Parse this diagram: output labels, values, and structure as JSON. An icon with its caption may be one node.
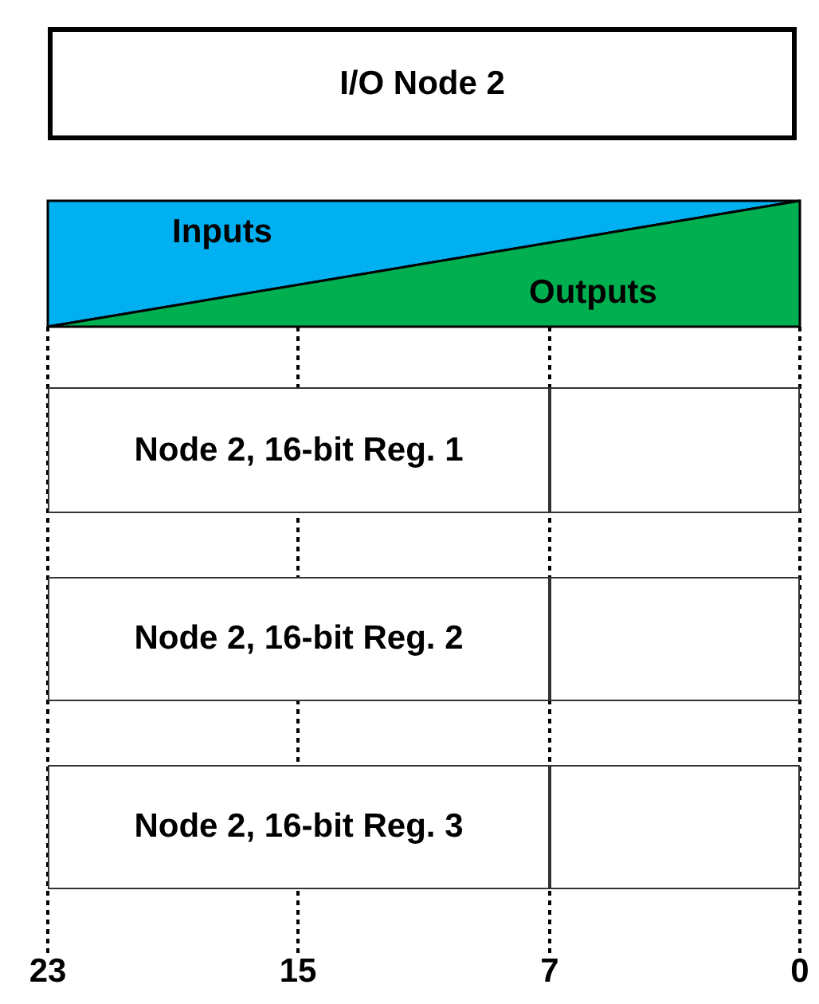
{
  "diagram": {
    "nodes": [
      {
        "text": [
          "I/O Node 2"
        ]
      },
      {
        "text": [
          "Inputs"
        ]
      },
      {
        "text": [
          "Outputs"
        ]
      },
      {
        "text": [
          "Node 2, 16-bit Reg. 1"
        ]
      },
      {
        "text": [],
        "shape": "box"
      },
      {
        "text": [
          "Node 2, 16-bit Reg. 2"
        ]
      },
      {
        "text": [],
        "shape": "box"
      },
      {
        "text": [
          "Node 2, 16-bit Reg. 3"
        ]
      },
      {
        "text": [],
        "shape": "box"
      }
    ],
    "labels": [
      "23",
      "15",
      "7",
      "0"
    ]
  }
}
